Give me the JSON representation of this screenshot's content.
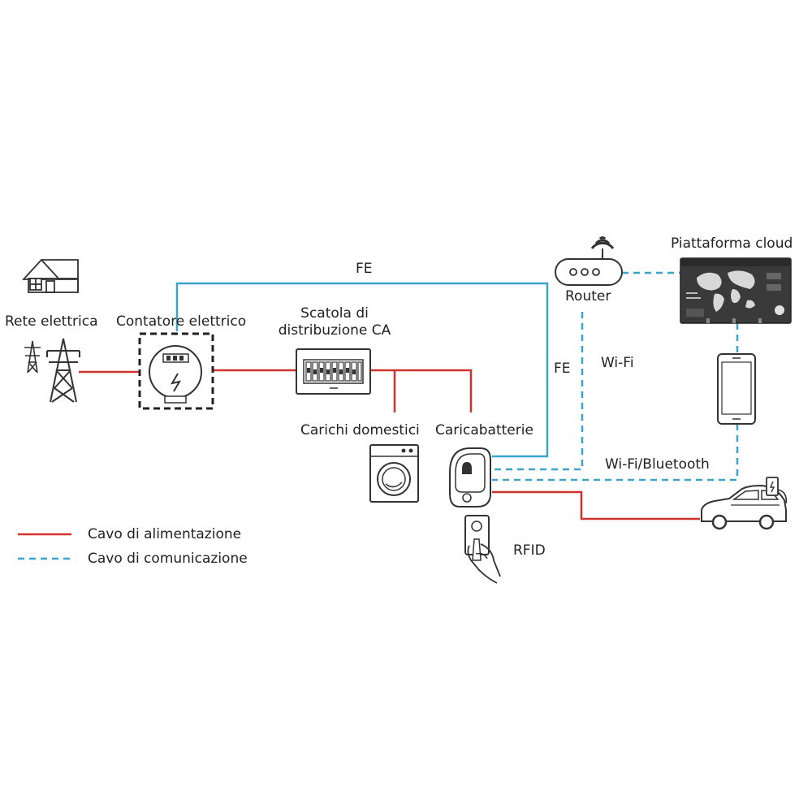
{
  "labels": {
    "grid": "Rete elettrica",
    "meter": "Contatore elettrico",
    "distribution_box_line1": "Scatola di",
    "distribution_box_line2": "distribuzione CA",
    "household_loads": "Carichi domestici",
    "charger": "Caricabatterie",
    "router": "Router",
    "cloud_platform": "Piattaforma cloud",
    "fe_top": "FE",
    "fe_side": "FE",
    "wifi": "Wi-Fi",
    "wifi_bluetooth": "Wi-Fi/Bluetooth",
    "rfid": "RFID"
  },
  "legend": {
    "power_cable": "Cavo di alimentazione",
    "communication_cable": "Cavo di comunicazione"
  },
  "colors": {
    "power_cable": "#d0332e",
    "fe_cable": "#3aa5cc",
    "communication_cable": "#3aa5cc",
    "icon_stroke": "#333333"
  }
}
